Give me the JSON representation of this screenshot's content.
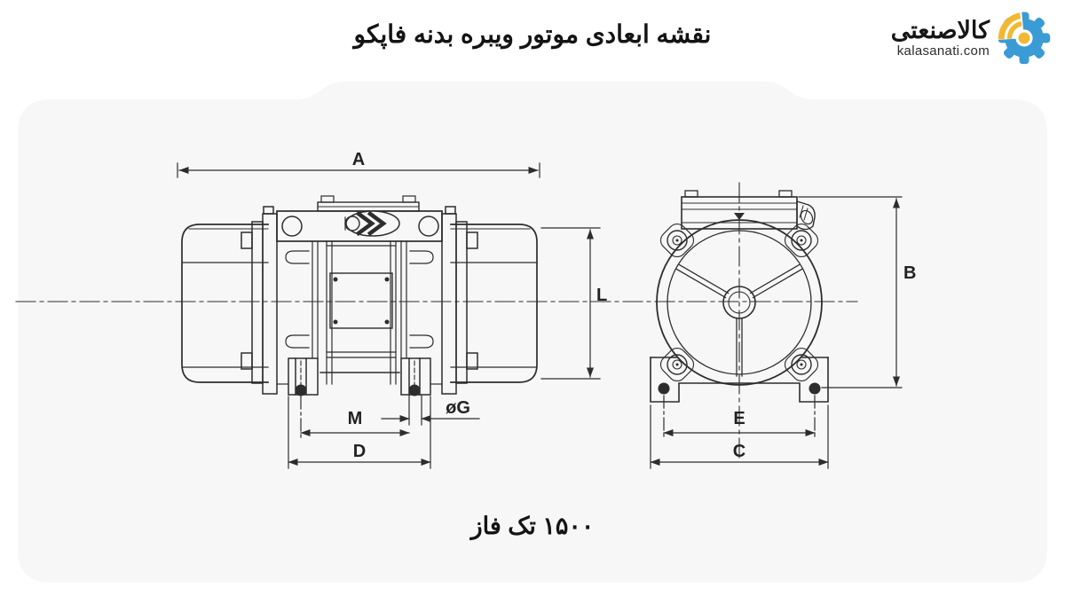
{
  "header": {
    "title": "نقشه ابعادی موتور ویبره بدنه فاپکو"
  },
  "logo": {
    "brand": "کالاصنعتی",
    "domain": "kalasanati.com",
    "gear_blue": "#3a9bd5",
    "gear_yellow": "#f2b831"
  },
  "caption": {
    "text": "۱۵۰۰ تک فاز"
  },
  "diagram": {
    "side_view_dims": {
      "a": "A",
      "l": "L",
      "m": "M",
      "g": "øG",
      "d": "D"
    },
    "end_view_dims": {
      "b": "B",
      "e": "E",
      "c": "C"
    }
  },
  "colors": {
    "card": "#f7f7f8",
    "line": "#2d2d2d"
  }
}
